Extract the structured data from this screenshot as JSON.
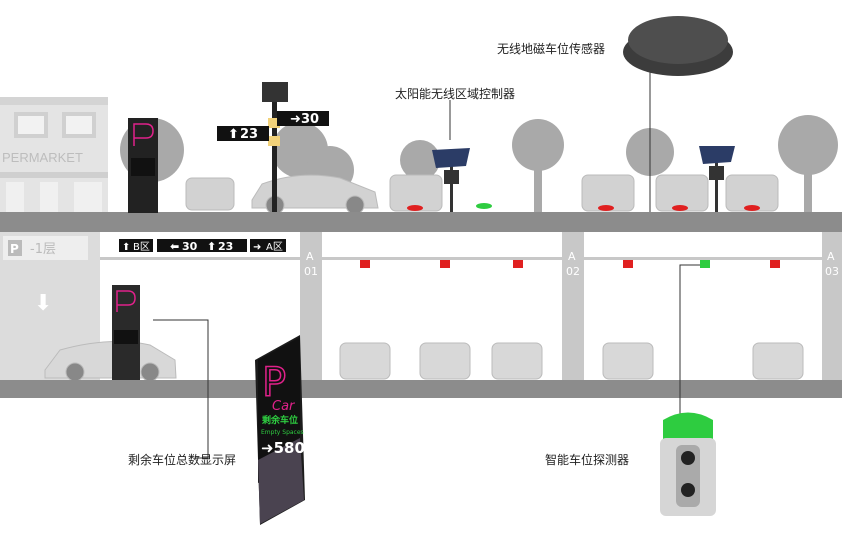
{
  "labels": {
    "magnetic_sensor": "无线地磁车位传感器",
    "solar_controller": "太阳能无线区域控制器",
    "total_display": "剩余车位总数显示屏",
    "smart_detector": "智能车位探测器"
  },
  "scene": {
    "supermarket_text": "PERMARKET",
    "floor_sign_p": "P",
    "floor_sign_level": "-1层",
    "pillars": [
      {
        "zone": "A",
        "num": "01"
      },
      {
        "zone": "A",
        "num": "02"
      },
      {
        "zone": "A",
        "num": "03"
      }
    ]
  },
  "signs": {
    "pole_right": "30",
    "pole_left": "23",
    "underground_b": "B区",
    "underground_mid_left": "30",
    "underground_mid_right": "23",
    "underground_a": "A区"
  },
  "display_panel": {
    "p_letter": "P",
    "car_text": "Car",
    "cn_text": "剩余车位",
    "en_text": "Empty Spaces",
    "count": "580"
  },
  "colors": {
    "magenta": "#e0218a",
    "led_green": "#2ecc40",
    "led_red": "#e02020",
    "slab": "#8c8c8c",
    "light_gray": "#d6d6d6"
  }
}
